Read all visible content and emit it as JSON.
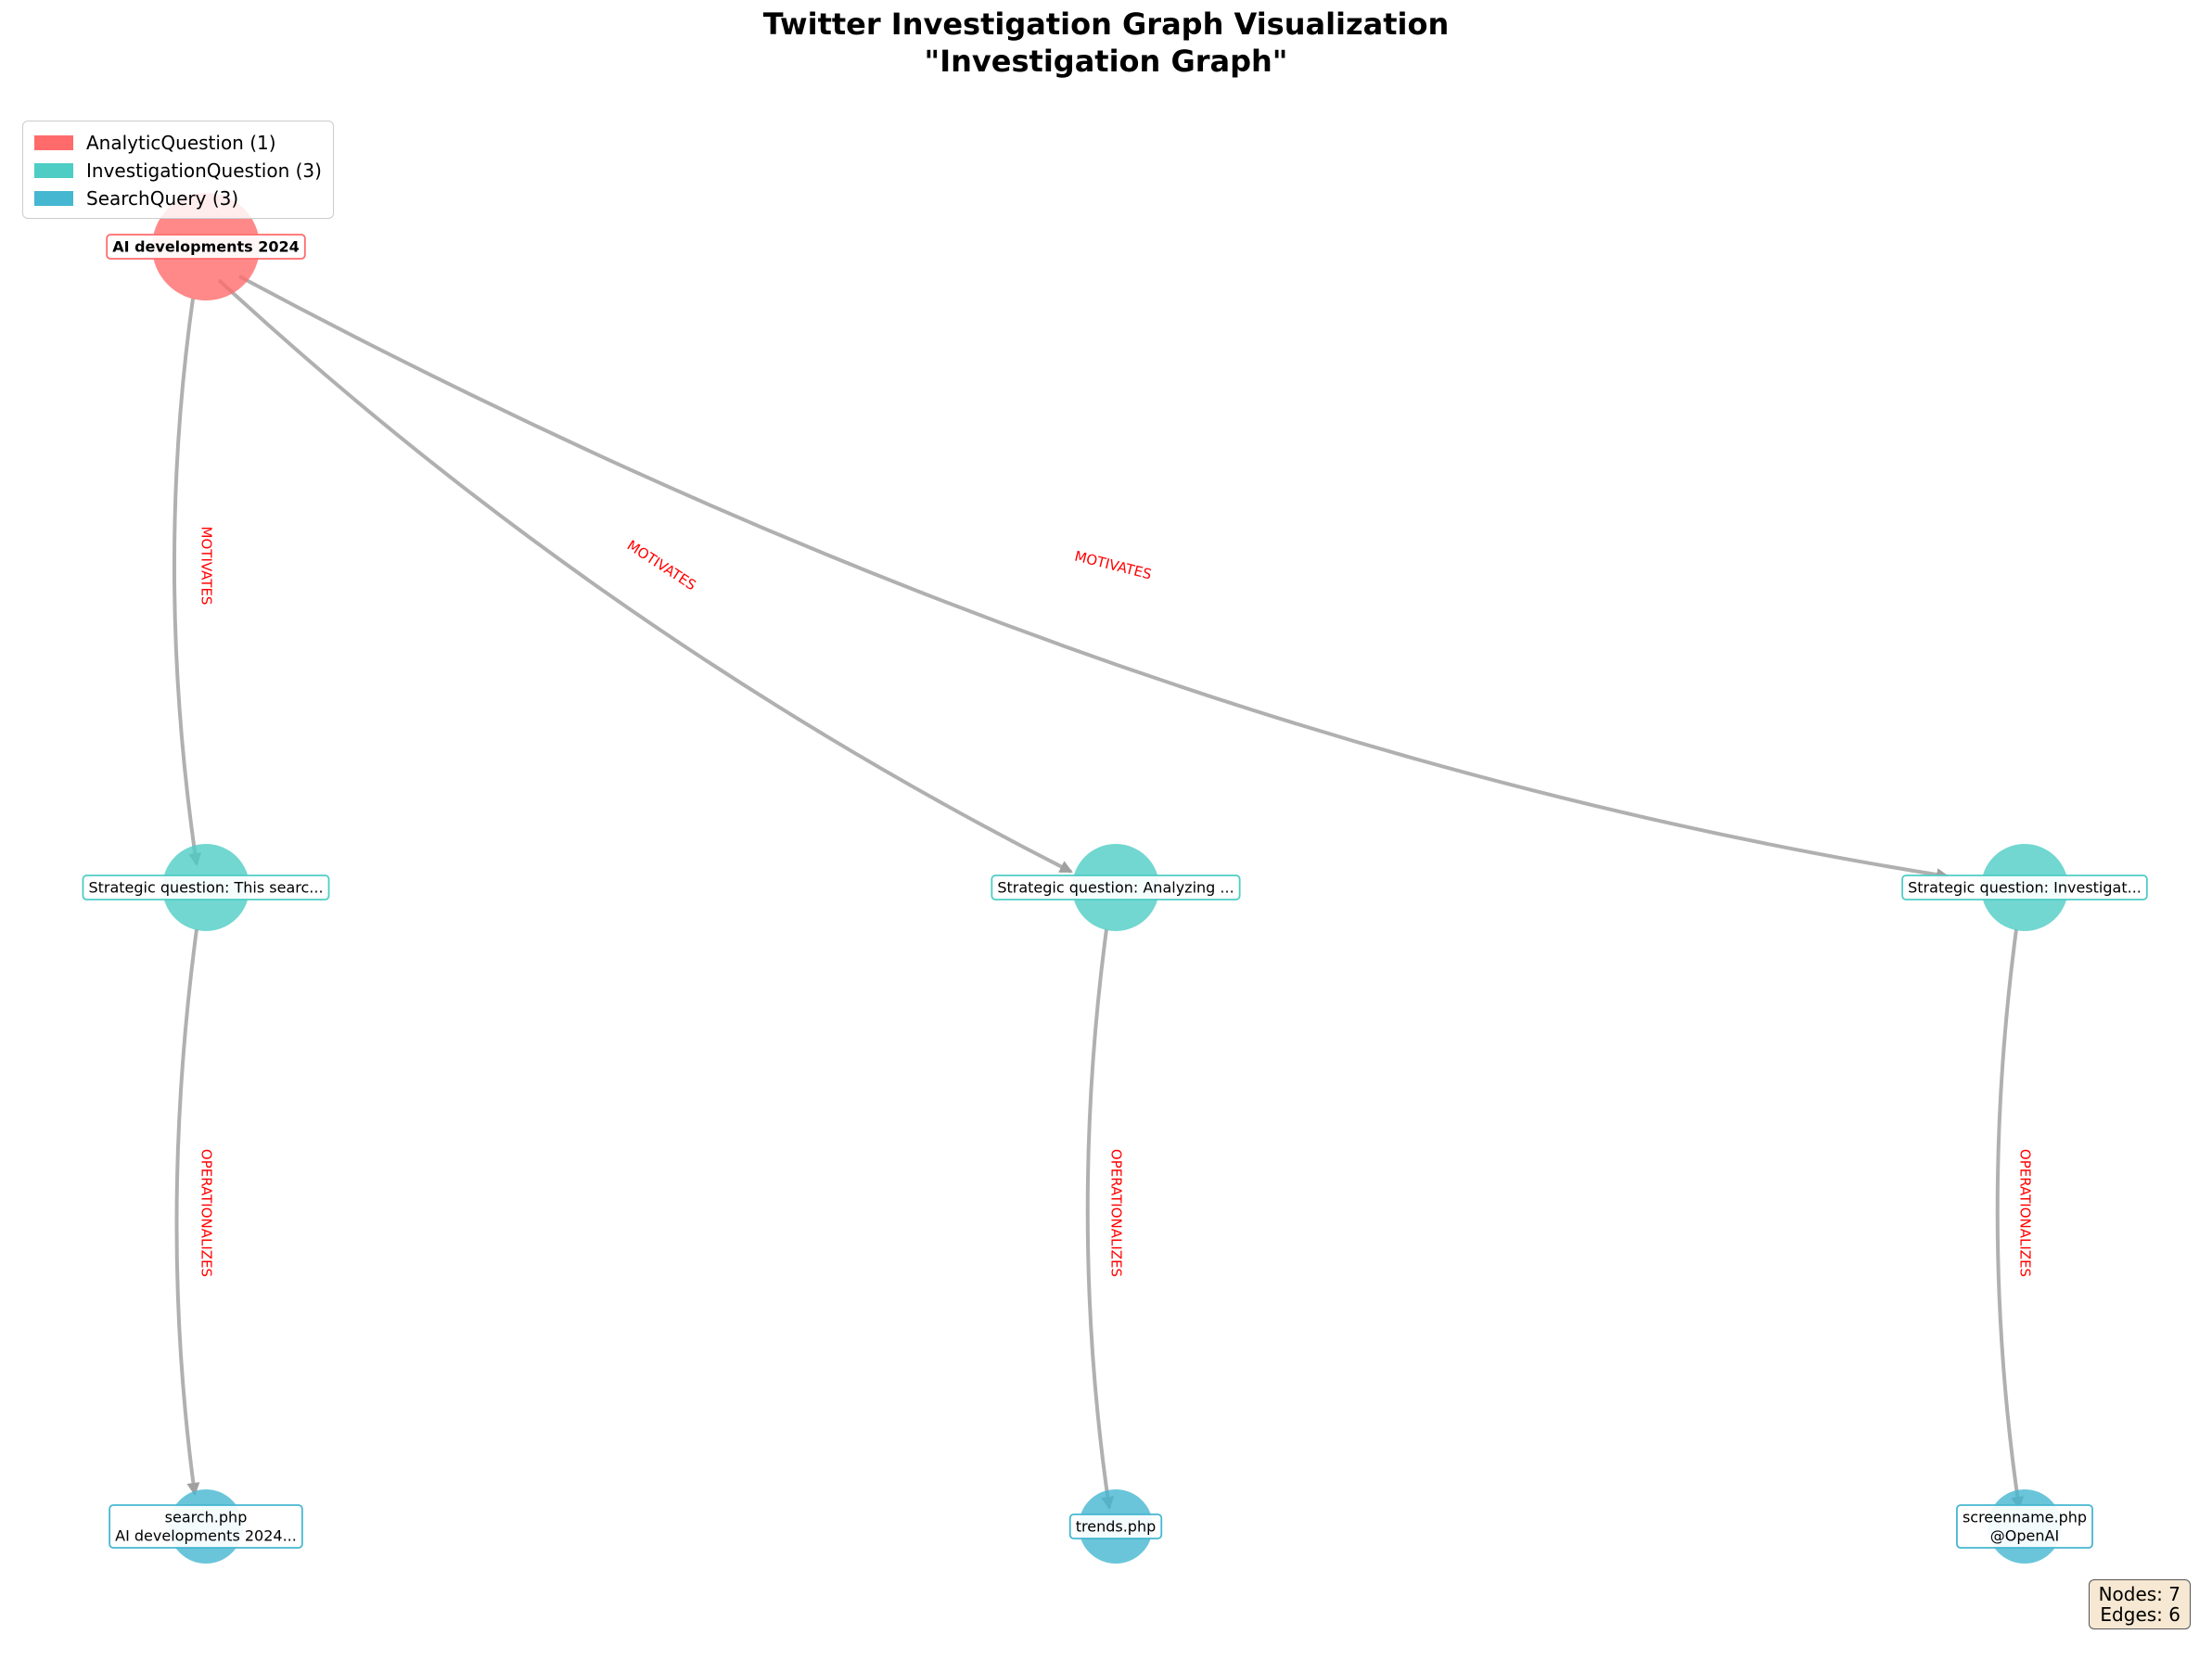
{
  "title": {
    "line1": "Twitter Investigation Graph Visualization",
    "line2": "\"Investigation Graph\""
  },
  "colors": {
    "analytic": "#ff6b6b",
    "investigation": "#4ecdc4",
    "search": "#45b7d1",
    "edge": "#b0b0b0",
    "edge_label": "#ff0000"
  },
  "legend": [
    {
      "label": "AnalyticQuestion (1)",
      "color": "#ff6b6b"
    },
    {
      "label": "InvestigationQuestion (3)",
      "color": "#4ecdc4"
    },
    {
      "label": "SearchQuery (3)",
      "color": "#45b7d1"
    }
  ],
  "nodes": [
    {
      "id": "aq1",
      "type": "analytic",
      "lines": [
        "AI developments 2024"
      ],
      "bold": true
    },
    {
      "id": "iq1",
      "type": "investigation",
      "lines": [
        "Strategic question: This searc..."
      ]
    },
    {
      "id": "iq2",
      "type": "investigation",
      "lines": [
        "Strategic question: Analyzing ..."
      ]
    },
    {
      "id": "iq3",
      "type": "investigation",
      "lines": [
        "Strategic question: Investigat..."
      ]
    },
    {
      "id": "sq1",
      "type": "search",
      "lines": [
        "search.php",
        "AI developments 2024..."
      ]
    },
    {
      "id": "sq2",
      "type": "search",
      "lines": [
        "trends.php"
      ]
    },
    {
      "id": "sq3",
      "type": "search",
      "lines": [
        "screenname.php",
        "@OpenAI"
      ]
    }
  ],
  "edges": [
    {
      "from": "aq1",
      "to": "iq1",
      "label": "MOTIVATES"
    },
    {
      "from": "aq1",
      "to": "iq2",
      "label": "MOTIVATES"
    },
    {
      "from": "aq1",
      "to": "iq3",
      "label": "MOTIVATES"
    },
    {
      "from": "iq1",
      "to": "sq1",
      "label": "OPERATIONALIZES"
    },
    {
      "from": "iq2",
      "to": "sq2",
      "label": "OPERATIONALIZES"
    },
    {
      "from": "iq3",
      "to": "sq3",
      "label": "OPERATIONALIZES"
    }
  ],
  "stats": {
    "nodes": "Nodes: 7",
    "edges": "Edges: 6"
  }
}
